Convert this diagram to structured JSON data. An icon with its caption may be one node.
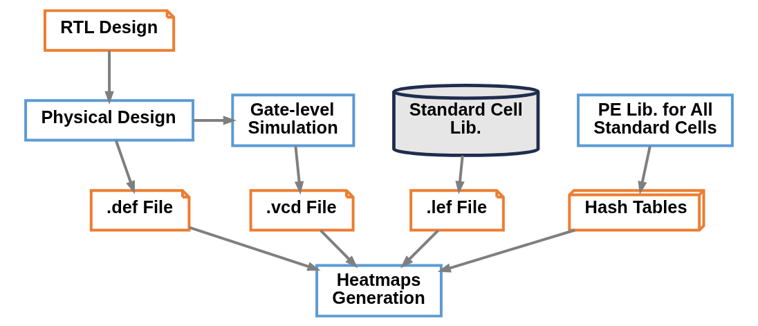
{
  "diagram": {
    "nodes": [
      {
        "text": [
          "RTL Design"
        ]
      },
      {
        "text": [
          "Physical Design"
        ]
      },
      {
        "text": [
          "Gate-level Simulation"
        ]
      },
      {
        "text": [
          "Standard Cell Lib."
        ]
      },
      {
        "text": [
          "PE Lib. for All Standard Cells"
        ]
      },
      {
        "text": [
          ".def File"
        ]
      },
      {
        "text": [
          ".vcd File"
        ]
      },
      {
        "text": [
          ".lef File"
        ]
      },
      {
        "text": [
          "Hash Tables"
        ]
      },
      {
        "text": [
          "Heatmaps Generation"
        ]
      }
    ],
    "edges": [
      {
        "from": 0,
        "to": 1,
        "arrow": "to"
      },
      {
        "from": 1,
        "to": 2,
        "arrow": "to"
      },
      {
        "from": 1,
        "to": 5,
        "arrow": "to"
      },
      {
        "from": 2,
        "to": 6,
        "arrow": "to"
      },
      {
        "from": 3,
        "to": 7,
        "arrow": "to"
      },
      {
        "from": 4,
        "to": 8,
        "arrow": "to"
      },
      {
        "from": 5,
        "to": 9,
        "arrow": "to"
      },
      {
        "from": 6,
        "to": 9,
        "arrow": "to"
      },
      {
        "from": 7,
        "to": 9,
        "arrow": "to"
      },
      {
        "from": 8,
        "to": 9,
        "arrow": "to"
      }
    ]
  }
}
